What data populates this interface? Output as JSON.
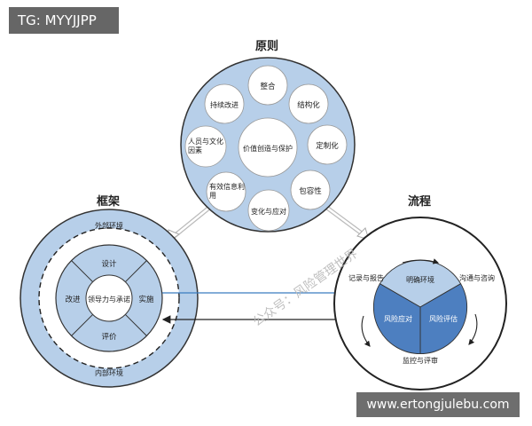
{
  "tag": "TG: MYYJJPP",
  "website": "www.ertongjulebu.com",
  "watermark": "公众号：风险管理世界",
  "principles": {
    "title": "原则",
    "center": "价值创造与保护",
    "items": [
      "整合",
      "结构化",
      "定制化",
      "包容性",
      "变化与应对",
      "有效信息利用",
      "人员与文化因素",
      "持续改进"
    ]
  },
  "framework": {
    "title": "框架",
    "outer_top": "外部环境",
    "outer_bottom": "内部环境",
    "center": "领导力与承诺",
    "sections": {
      "top": "设计",
      "right": "实施",
      "bottom": "评价",
      "left": "改进"
    }
  },
  "process": {
    "title": "流程",
    "record": "记录与报告",
    "communicate": "沟通与咨询",
    "monitor": "监控与评审",
    "scope": "明确环境",
    "treat": "风险应对",
    "assess": "风险评估"
  }
}
